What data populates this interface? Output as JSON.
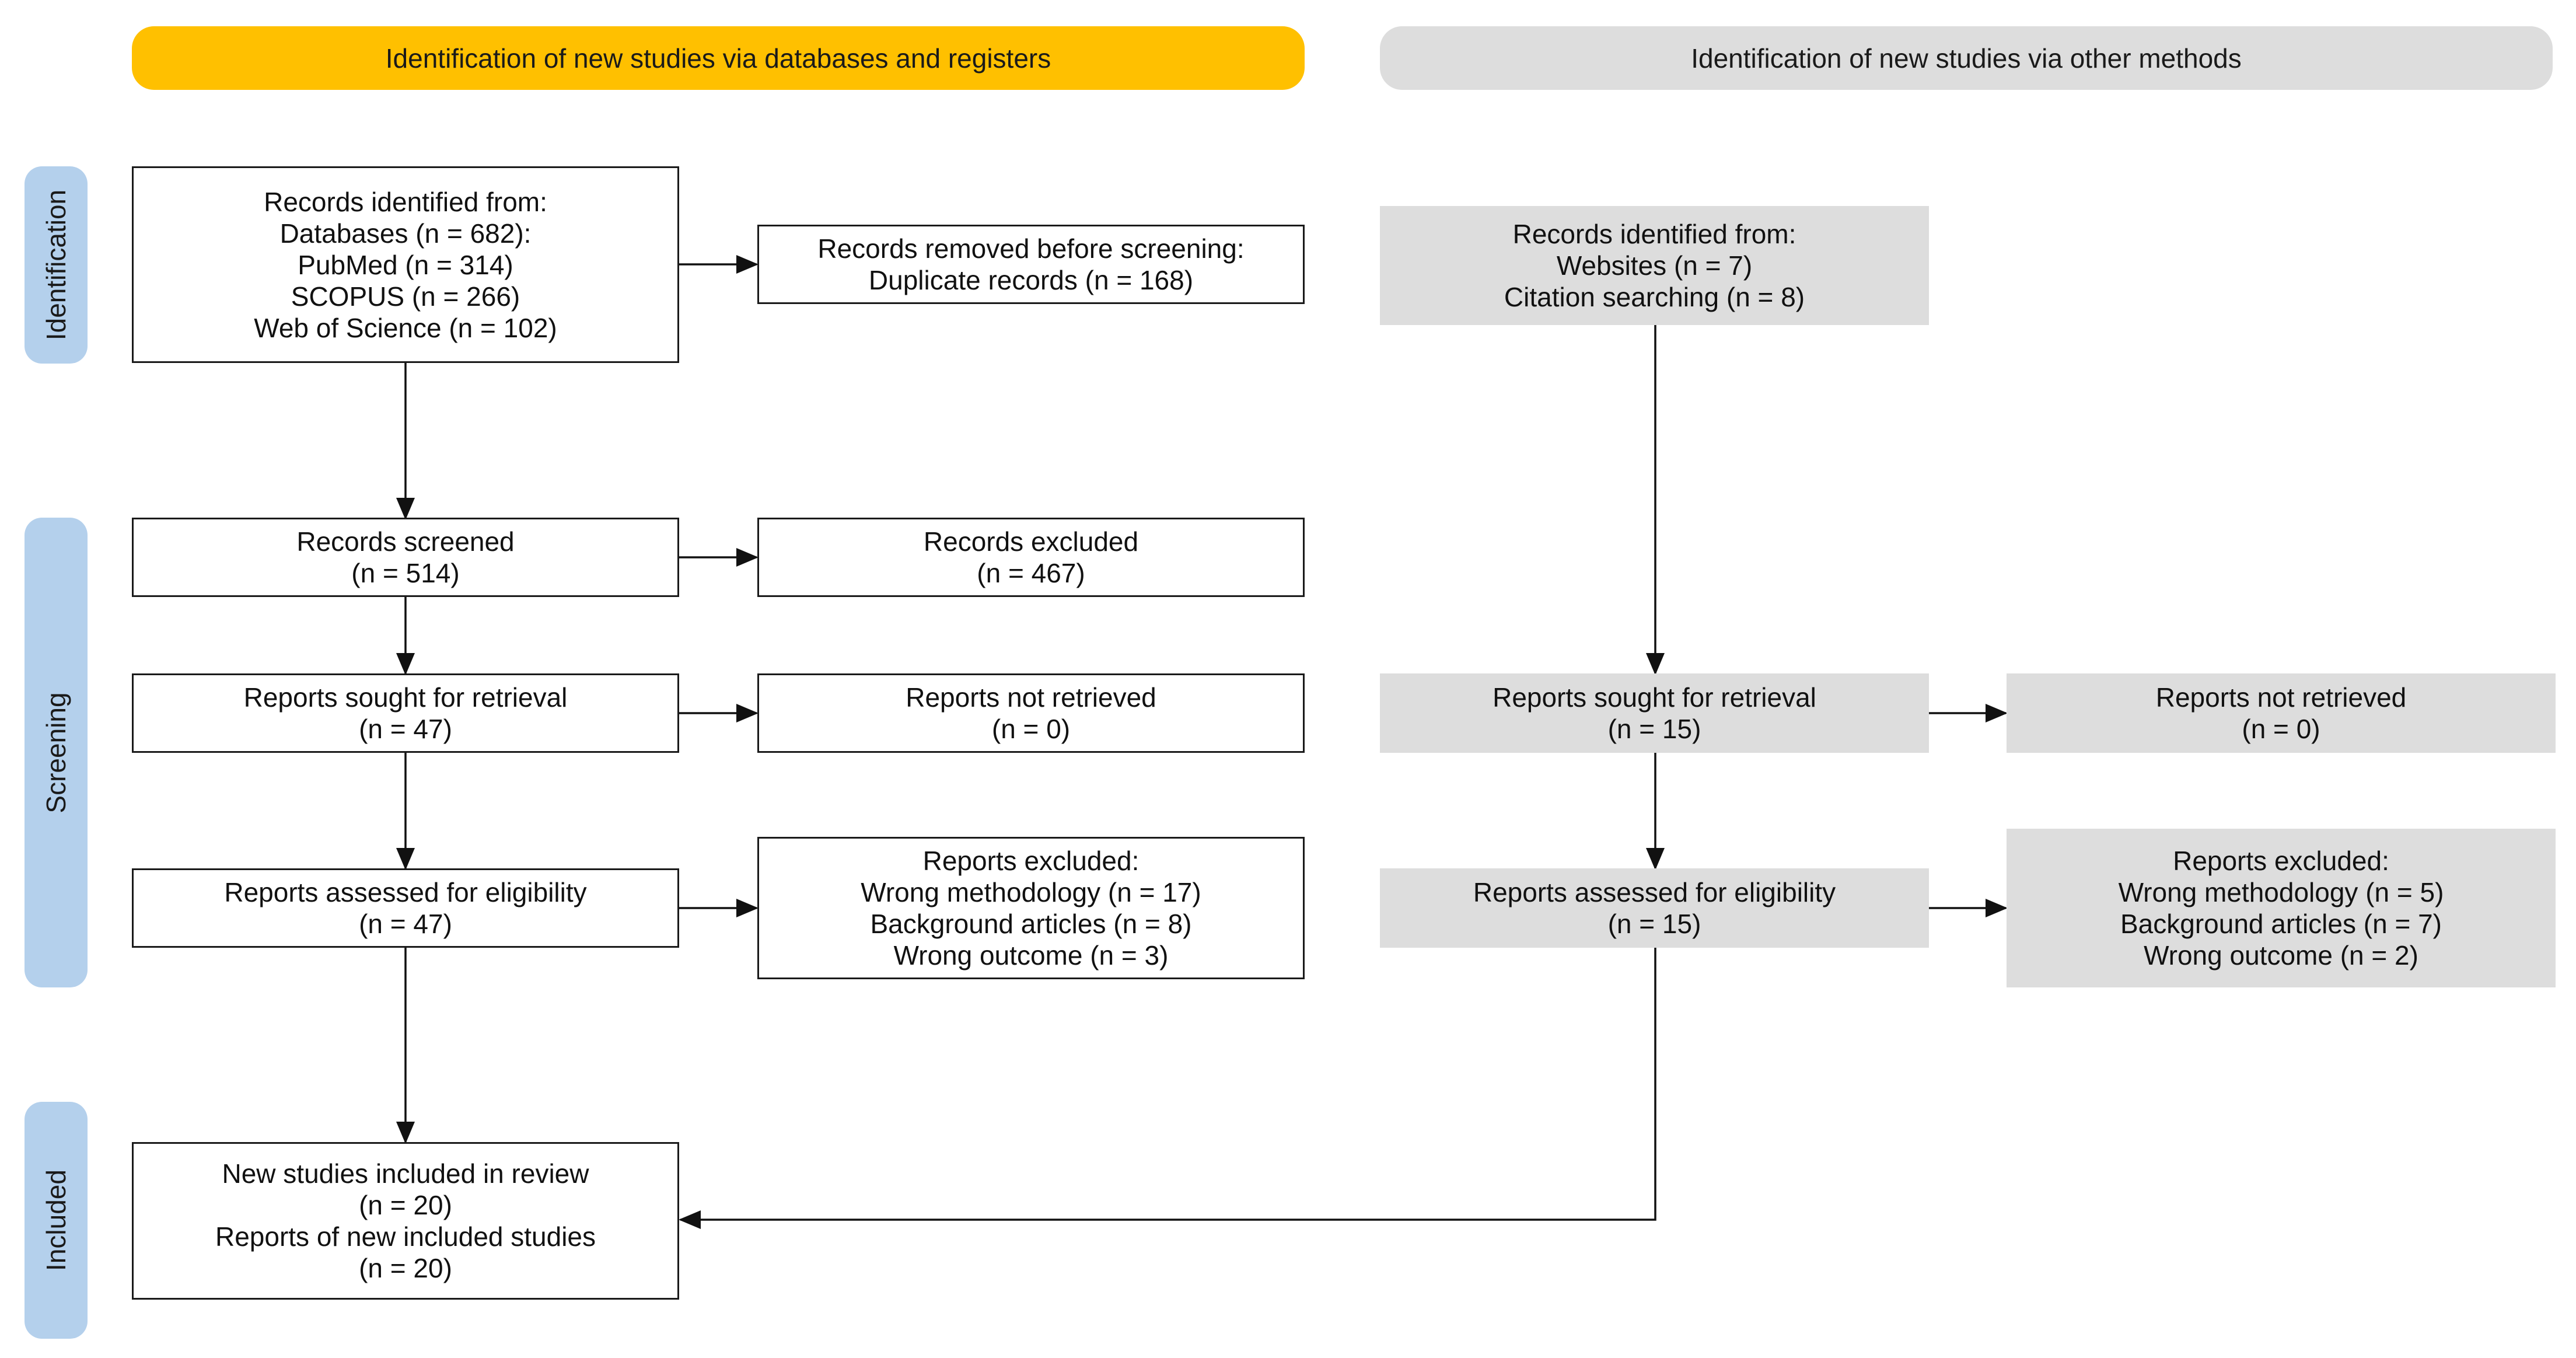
{
  "headers": {
    "left": "Identification of new studies via databases and registers",
    "right": "Identification of new studies via other methods"
  },
  "phases": {
    "identification": "Identification",
    "screening": "Screening",
    "included": "Included"
  },
  "db": {
    "identified": [
      "Records identified from:",
      "Databases (n = 682):",
      "PubMed (n = 314)",
      "SCOPUS (n = 266)",
      "Web of Science (n = 102)"
    ],
    "removed": [
      "Records removed before screening:",
      "Duplicate records (n = 168)"
    ],
    "screened": [
      "Records screened",
      "(n = 514)"
    ],
    "excluded": [
      "Records excluded",
      "(n = 467)"
    ],
    "sought": [
      "Reports sought for retrieval",
      "(n = 47)"
    ],
    "not_retrieved": [
      "Reports not retrieved",
      "(n = 0)"
    ],
    "assessed": [
      "Reports assessed for eligibility",
      "(n = 47)"
    ],
    "reports_excluded": [
      "Reports excluded:",
      "Wrong methodology (n = 17)",
      "Background articles (n = 8)",
      "Wrong outcome (n = 3)"
    ],
    "included": [
      "New studies included in review",
      "(n = 20)",
      "Reports of new included studies",
      "(n = 20)"
    ]
  },
  "other": {
    "identified": [
      "Records identified from:",
      "Websites (n = 7)",
      "Citation searching (n = 8)"
    ],
    "sought": [
      "Reports sought for retrieval",
      "(n = 15)"
    ],
    "not_retrieved": [
      "Reports not retrieved",
      "(n = 0)"
    ],
    "assessed": [
      "Reports assessed for eligibility",
      "(n = 15)"
    ],
    "reports_excluded": [
      "Reports excluded:",
      "Wrong methodology (n = 5)",
      "Background articles (n = 7)",
      "Wrong outcome (n = 2)"
    ]
  },
  "colors": {
    "header_left": "#ffc000",
    "header_right": "#dddddd",
    "phase": "#b4d0ec",
    "grey_box": "#dddddd"
  }
}
